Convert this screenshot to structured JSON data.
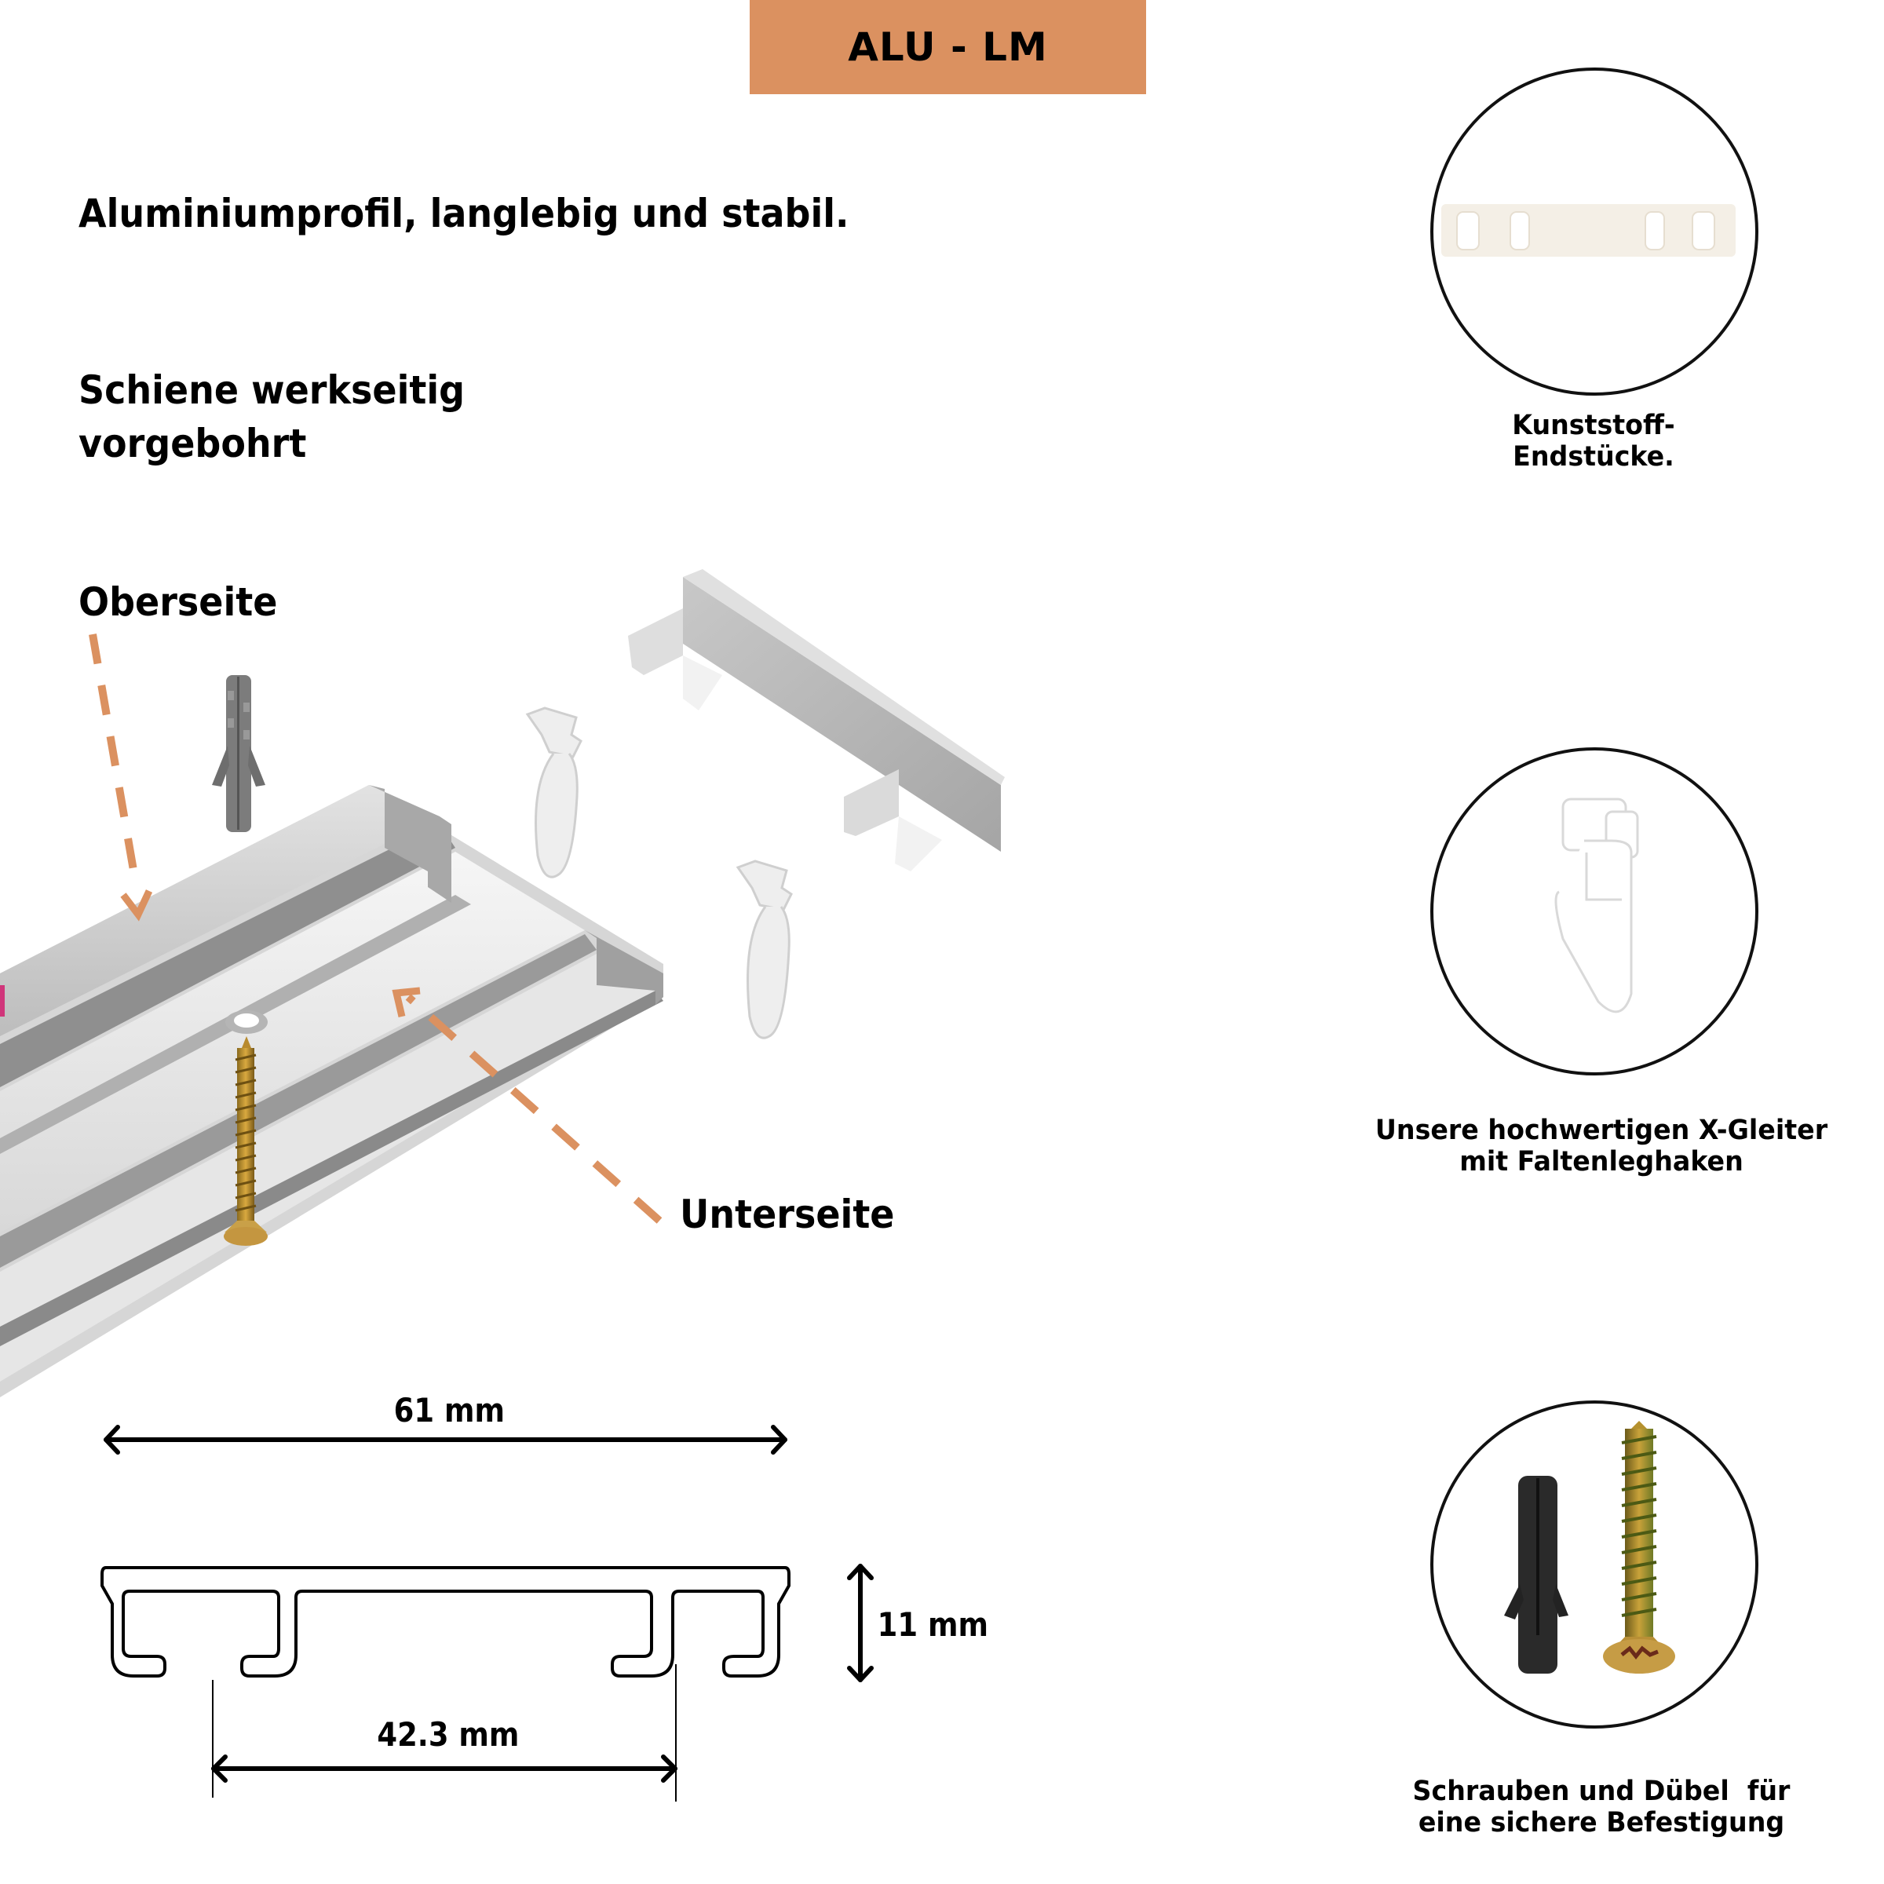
{
  "header": {
    "title": "ALU - LM",
    "accent_color": "#db9160"
  },
  "features": {
    "material": "Aluminiumprofil, langlebig und stabil.",
    "predrilled_line1": "Schiene werkseitig",
    "predrilled_line2": "vorgebohrt"
  },
  "callouts": {
    "top_side": "Oberseite",
    "bottom_side": "Unterseite",
    "arrow_color": "#db9160"
  },
  "dimensions": {
    "width": "61 mm",
    "height": "11 mm",
    "track_spacing": "42.3 mm"
  },
  "accessories": [
    {
      "image": "end-caps",
      "caption_line1": "Kunststoff-",
      "caption_line2": "Endstücke."
    },
    {
      "image": "x-glider-hook",
      "caption_line1": "Unsere hochwertigen X-Gleiter",
      "caption_line2": "mit Faltenleghaken"
    },
    {
      "image": "screw-and-dowel",
      "caption_line1": "Schrauben und Dübel  für",
      "caption_line2": "eine sichere Befestigung"
    }
  ]
}
